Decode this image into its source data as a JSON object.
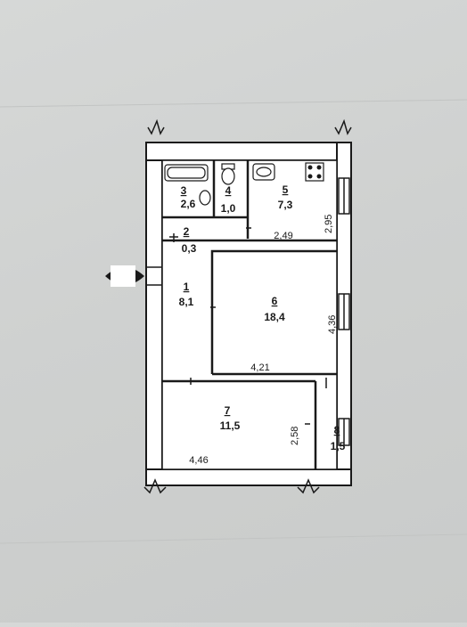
{
  "rooms": [
    {
      "number": "1",
      "area": "8,1"
    },
    {
      "number": "2",
      "area": "0,3"
    },
    {
      "number": "3",
      "area": "2,6"
    },
    {
      "number": "4",
      "area": "1,0"
    },
    {
      "number": "5",
      "area": "7,3"
    },
    {
      "number": "6",
      "area": "18,4"
    },
    {
      "number": "7",
      "area": "11,5"
    },
    {
      "number": "8",
      "area": "1,5"
    }
  ],
  "dimensions": [
    "2,95",
    "2,49",
    "4,36",
    "4,21",
    "2,58",
    "4,46"
  ],
  "icons": {
    "bathtub": "bathtub-icon",
    "toilet": "toilet-icon",
    "sink": "sink-icon",
    "stove": "stove-icon",
    "marker": "redaction-marker"
  }
}
